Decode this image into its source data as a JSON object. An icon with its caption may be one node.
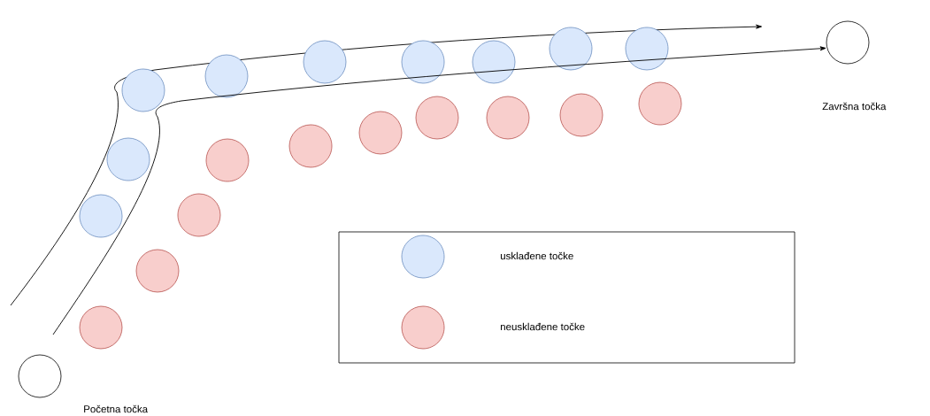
{
  "diagram": {
    "nodes": [
      {
        "text": [],
        "shape": "circle",
        "beside": [
          "Početna točka"
        ]
      },
      {
        "text": [],
        "shape": "circle"
      },
      {
        "text": [],
        "shape": "circle"
      },
      {
        "text": [],
        "shape": "circle"
      },
      {
        "text": [],
        "shape": "circle"
      },
      {
        "text": [],
        "shape": "circle"
      },
      {
        "text": [],
        "shape": "circle"
      },
      {
        "text": [],
        "shape": "circle"
      },
      {
        "text": [],
        "shape": "circle"
      },
      {
        "text": [],
        "shape": "circle"
      },
      {
        "text": [],
        "shape": "circle"
      },
      {
        "text": [],
        "shape": "circle"
      },
      {
        "text": [],
        "shape": "circle"
      },
      {
        "text": [],
        "shape": "circle"
      },
      {
        "text": [],
        "shape": "circle"
      },
      {
        "text": [],
        "shape": "circle"
      },
      {
        "text": [],
        "shape": "circle"
      },
      {
        "text": [],
        "shape": "circle"
      },
      {
        "text": [],
        "shape": "circle"
      },
      {
        "text": [],
        "shape": "circle"
      },
      {
        "text": [],
        "shape": "circle",
        "beside": [
          "Završna točka"
        ]
      }
    ],
    "edges": [
      {
        "from": null,
        "to": 20,
        "arrow": "to"
      }
    ],
    "legend": [
      {
        "text": "usklađene točke",
        "color": "#dae8fc"
      },
      {
        "text": "neusklađene točke",
        "color": "#f8cecc"
      }
    ]
  }
}
